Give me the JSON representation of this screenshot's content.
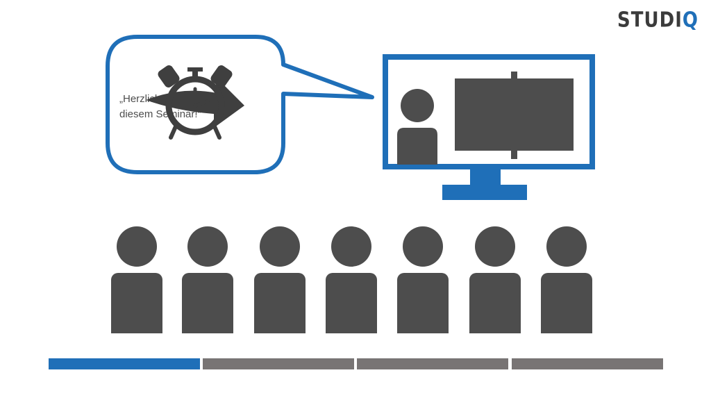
{
  "brand": {
    "logo_main": "STUDI",
    "logo_accent": "Q"
  },
  "speech_bubble": {
    "line1": "„Herzlich willkommen zu",
    "line2": "diesem Seminar!“"
  },
  "icons": {
    "speaker_screen": "monitor-with-presenter-icon",
    "alarm": "alarm-clock-icon",
    "arrow": "curved-arrow-icon",
    "audience_member": "person-icon"
  },
  "audience": {
    "count": 7
  },
  "progress": {
    "segments": 4,
    "active_segment": 1,
    "active_color": "#1f6fb8",
    "inactive_color": "#787474"
  },
  "colors": {
    "brand_blue": "#1f6fb8",
    "figure_gray": "#4d4d4d"
  }
}
